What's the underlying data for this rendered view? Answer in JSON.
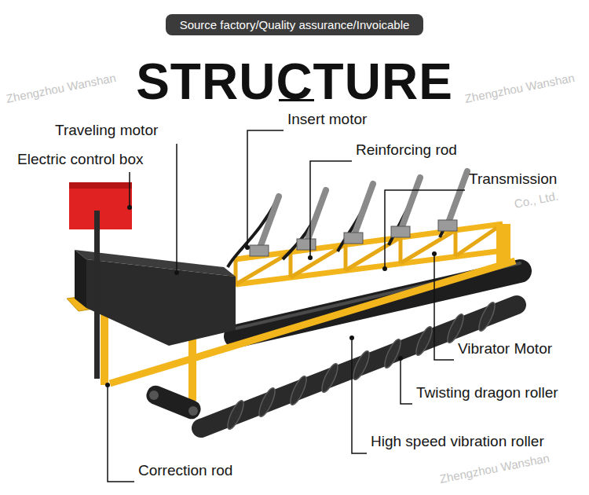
{
  "diagram": {
    "title": "STRUCTURE",
    "nodes": [
      {
        "text": [
          "Source factory/Quality assurance/Invoicable"
        ]
      }
    ],
    "labels": [
      "Zhengzhou Wanshan",
      "Zhengzhou Wanshan",
      "Insert motor",
      "Traveling motor",
      "Reinforcing rod",
      "Electric control box",
      "Transmission",
      "Co., Ltd.",
      "Vibrator Motor",
      "Twisting dragon roller",
      "High speed vibration roller",
      "Correction rod",
      "Zhengzhou Wanshan"
    ]
  }
}
